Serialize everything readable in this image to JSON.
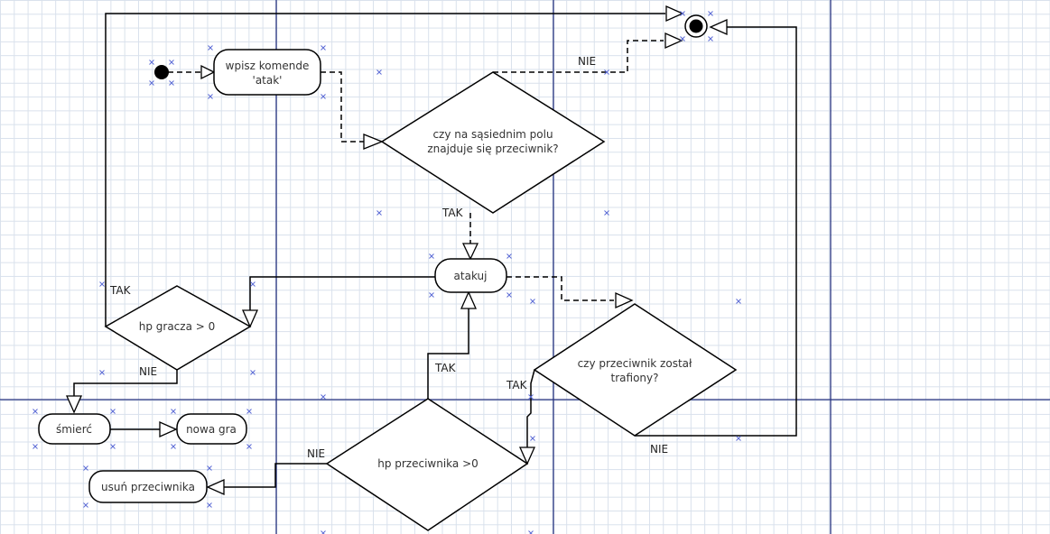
{
  "nodes": {
    "enter_command": [
      "wpisz komende",
      "'atak'"
    ],
    "enemy_adjacent": [
      "czy na sąsiednim polu",
      "znajduje się przeciwnik?"
    ],
    "attack": "atakuj",
    "player_hp": "hp gracza > 0",
    "enemy_hit": [
      "czy przeciwnik został",
      "trafiony?"
    ],
    "death": "śmierć",
    "new_game": "nowa gra",
    "enemy_hp": "hp przeciwnika >0",
    "remove_enemy": "usuń przeciwnika"
  },
  "labels": {
    "nie_top": "NIE",
    "tak_adjacent": "TAK",
    "tak_player": "TAK",
    "nie_player": "NIE",
    "tak_enemy_hp": "TAK",
    "tak_enemy_hit": "TAK",
    "nie_enemy_hp": "NIE",
    "nie_enemy_hit": "NIE"
  },
  "colors": {
    "grid": "#d9e1ec",
    "guide": "#27337f",
    "handle": "#5b6bd6"
  }
}
